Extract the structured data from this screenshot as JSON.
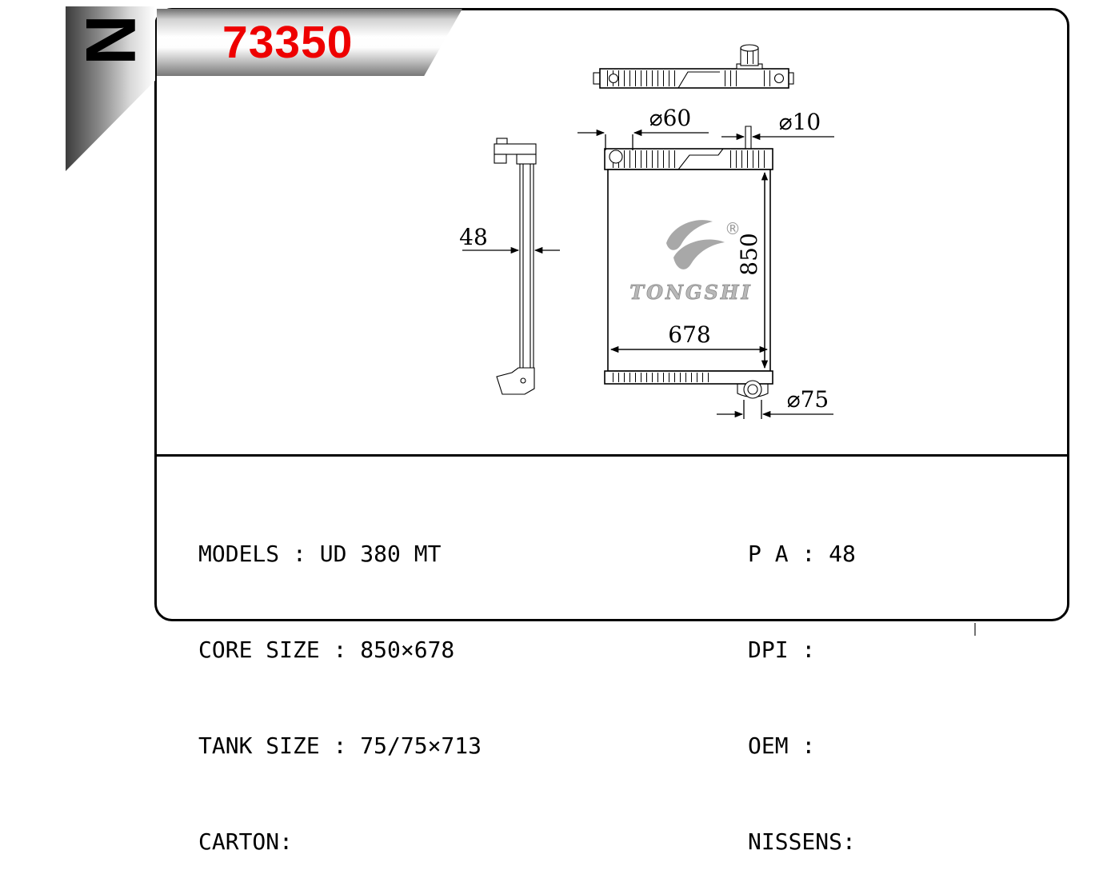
{
  "corner": {
    "letter": "N"
  },
  "banner": {
    "part_number": "73350"
  },
  "watermark": {
    "brand": "TONGSHI",
    "registered_mark": "®"
  },
  "dimensions": {
    "inlet_diameter": "⌀60",
    "pin_diameter": "⌀10",
    "depth": "48",
    "core_height": "850",
    "core_width": "678",
    "outlet_diameter": "⌀75"
  },
  "specs": {
    "left_rows": [
      "MODELS : UD 380 MT",
      "CORE SIZE : 850×678",
      "TANK SIZE : 75/75×713",
      "CARTON:"
    ],
    "right_rows": [
      "P A : 48",
      "DPI :",
      "OEM :",
      "NISSENS:"
    ]
  },
  "colors": {
    "part_number": "#ee0000",
    "watermark_gray": "#a8a8a8",
    "line": "#000000"
  }
}
